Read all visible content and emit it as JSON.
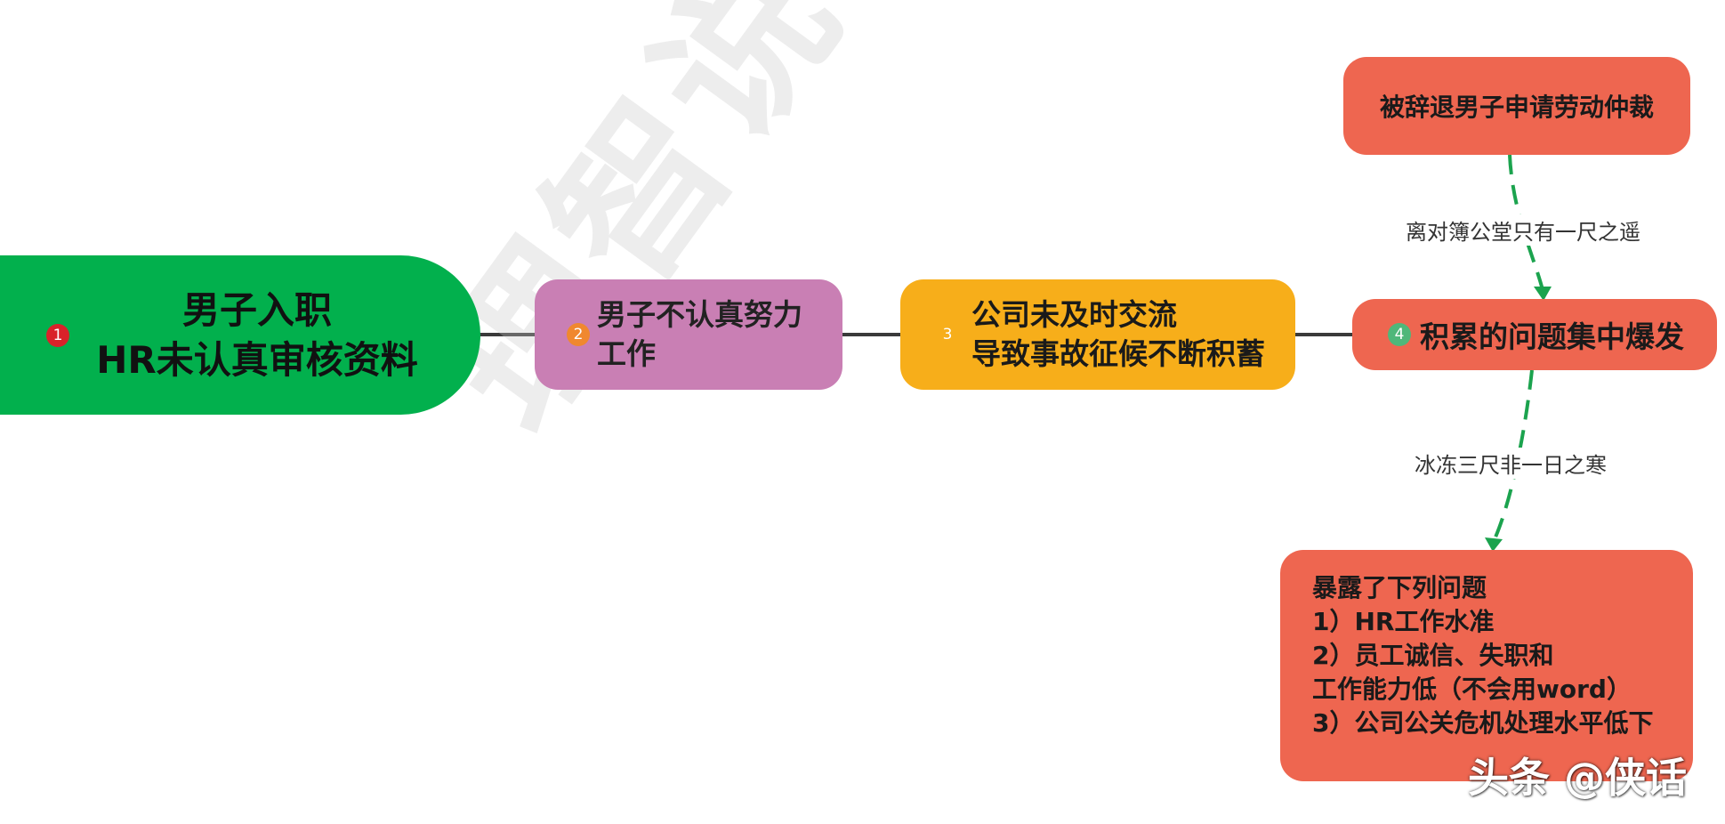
{
  "watermark": "理智说侠话",
  "nodes": {
    "n1": {
      "num": "1",
      "lines": [
        "男子入职",
        "HR未认真审核资料"
      ]
    },
    "n2": {
      "num": "2",
      "lines": [
        "男子不认真努力",
        "工作"
      ]
    },
    "n3": {
      "num": "3",
      "lines": [
        "公司未及时交流",
        "导致事故征候不断积蓄"
      ]
    },
    "n4": {
      "num": "4",
      "text": "积累的问题集中爆发"
    },
    "n5": {
      "text": "被辞退男子申请劳动仲裁"
    },
    "n6": {
      "lines": [
        "暴露了下列问题",
        "1）HR工作水准",
        "2）员工诚信、失职和",
        "工作能力低（不会用word）",
        "3）公司公关危机处理水平低下"
      ]
    }
  },
  "edge_labels": {
    "up": "离对簿公堂只有一尺之遥",
    "down": "冰冻三尺非一日之寒"
  },
  "credit": "头条 @侠话",
  "colors": {
    "green": "#02B04D",
    "purple": "#C97FB4",
    "orange": "#F7AE1A",
    "coral": "#EE6650",
    "dash": "#1BA34E",
    "line": "#3a3a3a"
  }
}
